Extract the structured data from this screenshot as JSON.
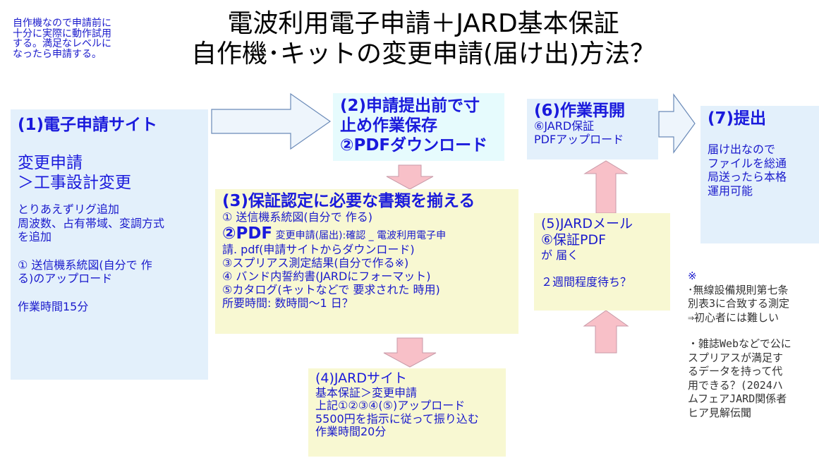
{
  "note": [
    "自作機なので申請前に",
    "十分に実際に動作試用",
    "する。満足なレベルに",
    "なったら申請する。"
  ],
  "title": [
    "電波利用電子申請＋JARD基本保証",
    "自作機･キットの変更申請(届け出)方法？"
  ],
  "box1": {
    "heading": "(1)電子申請サイト",
    "sub": [
      "変更申請",
      "＞工事設計変更"
    ],
    "body": [
      "とりあえずリグ追加",
      "周波数、占有帯域、変調方式",
      "を追加"
    ],
    "step": [
      "① 送信機系統図(自分で 作",
      "る)のアップロード"
    ],
    "time": "作業時間15分"
  },
  "box2": {
    "lines": [
      "(2)申請提出前で寸",
      "止め作業保存",
      "②PDFダウンロード"
    ]
  },
  "box3": {
    "heading": "(3)保証認定に必要な書類を揃える",
    "lines": [
      "① 送信機系統図(自分で 作る)",
      "請. pdf(申請サイトからダウンロード)",
      "③スプリアス測定結果(自分で作る※)",
      "④ バンド内誓約書(JARDにフォーマット)",
      "⑤カタログ(キットなどで 要求された 時用)",
      "所要時間: 数時間〜1 日？"
    ],
    "pdf_big": "②PDF",
    "pdf_rest": " 変更申請(届出):確認 _ 電波利用電子申"
  },
  "box4": {
    "heading": "(4)JARDサイト",
    "lines": [
      "基本保証＞変更申請",
      "上記①②③④(⑤)アップロード",
      "5500円を指示に従って振り込む",
      "作業時間20分"
    ]
  },
  "box5": {
    "heading": "(5)JARDメール",
    "lines": [
      "⑥保証PDF",
      "が 届く",
      "",
      "２週間程度待ち？"
    ]
  },
  "box6": {
    "heading": "(6)作業再開",
    "lines": [
      "⑥JARD保証",
      "PDFアップロード"
    ]
  },
  "box7": {
    "heading": "(7)提出",
    "lines": [
      "届け出なので",
      "ファイルを総通",
      "局送ったら本格",
      "運用可能"
    ]
  },
  "side_note": [
    "※",
    "･無線設備規則第七条",
    "別表3に合致する測定",
    "⇒初心者には難しい",
    "",
    "・雑誌Webなどで公に",
    "スプリアスが満足す",
    "るデータを持って代",
    "用できる？(2024ハ",
    "ムフェアJARD関係者",
    "ヒア見解伝聞"
  ],
  "colors": {
    "text": "#1a1acc",
    "arrow_pink": "#f8c0c8",
    "arrow_outline": "#6a8ab8",
    "box_blue": "#e3f0fb",
    "box_yellow": "#f8f8d2"
  }
}
